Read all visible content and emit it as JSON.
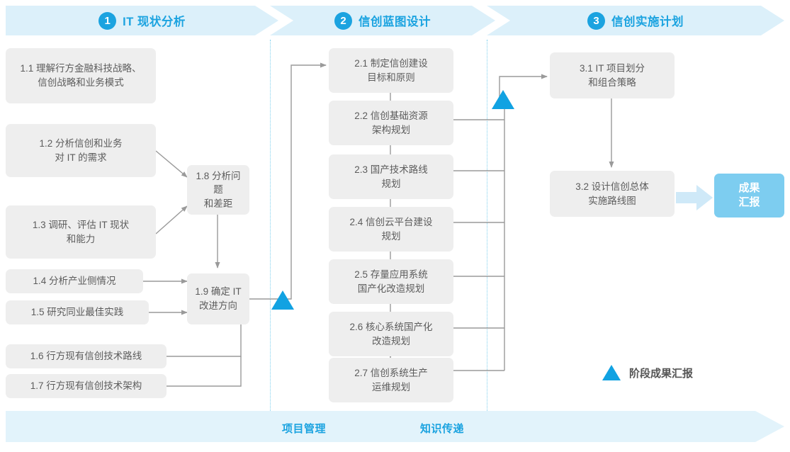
{
  "phases": [
    {
      "num": "1",
      "title": "IT 现状分析"
    },
    {
      "num": "2",
      "title": "信创蓝图设计"
    },
    {
      "num": "3",
      "title": "信创实施计划"
    }
  ],
  "phase1_tasks": [
    {
      "id": "1.1",
      "label": "1.1 理解行方金融科技战略、\n信创战略和业务模式"
    },
    {
      "id": "1.2",
      "label": "1.2 分析信创和业务\n对 IT 的需求"
    },
    {
      "id": "1.3",
      "label": "1.3 调研、评估 IT 现状\n和能力"
    },
    {
      "id": "1.4",
      "label": "1.4 分析产业侧情况"
    },
    {
      "id": "1.5",
      "label": "1.5 研究同业最佳实践"
    },
    {
      "id": "1.6",
      "label": "1.6 行方现有信创技术路线"
    },
    {
      "id": "1.7",
      "label": "1.7 行方现有信创技术架构"
    }
  ],
  "phase1_synth": [
    {
      "id": "1.8",
      "label": "1.8 分析问题\n和差距"
    },
    {
      "id": "1.9",
      "label": "1.9 确定 IT\n改进方向"
    }
  ],
  "phase2_tasks": [
    {
      "id": "2.1",
      "label": "2.1 制定信创建设\n目标和原则"
    },
    {
      "id": "2.2",
      "label": "2.2 信创基础资源\n架构规划"
    },
    {
      "id": "2.3",
      "label": "2.3 国产技术路线\n规划"
    },
    {
      "id": "2.4",
      "label": "2.4 信创云平台建设\n规划"
    },
    {
      "id": "2.5",
      "label": "2.5 存量应用系统\n国产化改造规划"
    },
    {
      "id": "2.6",
      "label": "2.6 核心系统国产化\n改造规划"
    },
    {
      "id": "2.7",
      "label": "2.7 信创系统生产\n运维规划"
    }
  ],
  "phase3_tasks": [
    {
      "id": "3.1",
      "label": "3.1 IT 项目划分\n和组合策略"
    },
    {
      "id": "3.2",
      "label": "3.2 设计信创总体\n实施路线图"
    }
  ],
  "result_badge": {
    "label": "成果\n汇报"
  },
  "legend": {
    "label": "阶段成果汇报"
  },
  "bottom_band": {
    "labels": [
      "项目管理",
      "知识传递"
    ]
  },
  "colors": {
    "accent": "#1ba3e0",
    "milestone": "#11a2e2",
    "band": "#e2f3fb",
    "header": "#dcf0fa",
    "box": "#eeeeee",
    "box_text": "#5c5c5c",
    "badge": "#7dcdf0",
    "connector": "#9a9a9a",
    "divider": "#7fd0ee"
  }
}
